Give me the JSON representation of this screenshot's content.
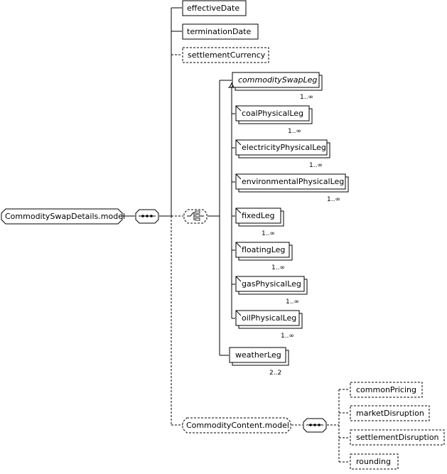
{
  "root": {
    "label": "CommoditySwapDetails.model"
  },
  "seq_elements": [
    {
      "label": "effectiveDate",
      "optional": false
    },
    {
      "label": "terminationDate",
      "optional": false
    },
    {
      "label": "settlementCurrency",
      "optional": true
    }
  ],
  "choice_elements": [
    {
      "label": "commoditySwapLeg",
      "abstract": true,
      "cardinality": "1..∞"
    },
    {
      "label": "coalPhysicalLeg",
      "cardinality": "1..∞"
    },
    {
      "label": "electricityPhysicalLeg",
      "cardinality": "1..∞"
    },
    {
      "label": "environmentalPhysicalLeg",
      "cardinality": "1..∞"
    },
    {
      "label": "fixedLeg",
      "cardinality": "1..∞"
    },
    {
      "label": "floatingLeg",
      "cardinality": "1..∞"
    },
    {
      "label": "gasPhysicalLeg",
      "cardinality": "1..∞"
    },
    {
      "label": "oilPhysicalLeg",
      "cardinality": "1..∞"
    },
    {
      "label": "weatherLeg",
      "cardinality": "2..2"
    }
  ],
  "content_model": {
    "label": "CommodityContent.model",
    "optional": true
  },
  "content_children": [
    {
      "label": "commonPricing"
    },
    {
      "label": "marketDisruption"
    },
    {
      "label": "settlementDisruption"
    },
    {
      "label": "rounding"
    }
  ]
}
